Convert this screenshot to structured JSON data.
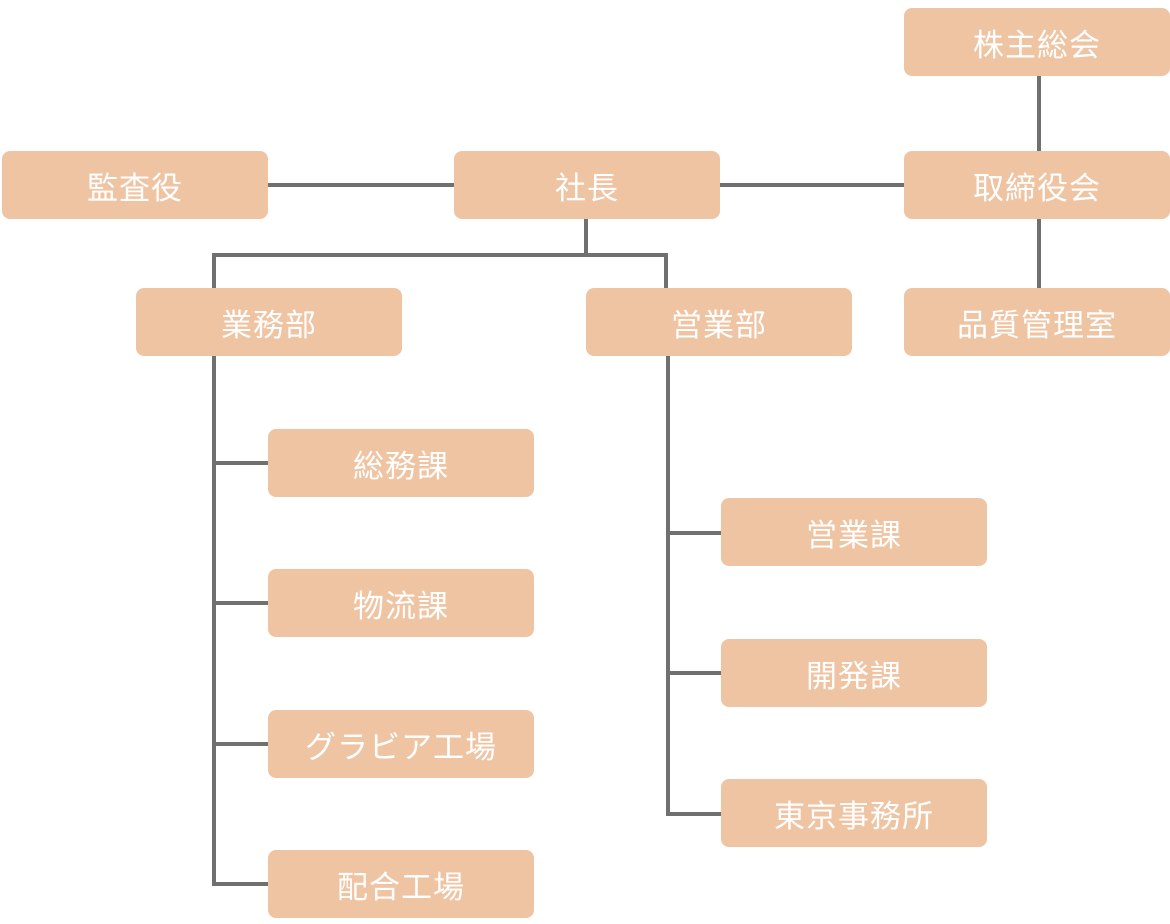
{
  "org_chart": {
    "shareholders_meeting": "株主総会",
    "board_of_directors": "取締役会",
    "quality_control_office": "品質管理室",
    "auditor": "監査役",
    "president": "社長",
    "operations_department": "業務部",
    "sales_department": "営業部",
    "general_affairs_section": "総務課",
    "logistics_section": "物流課",
    "gravure_factory": "グラビア工場",
    "compounding_factory": "配合工場",
    "sales_section": "営業課",
    "development_section": "開発課",
    "tokyo_office": "東京事務所"
  },
  "colors": {
    "box_fill": "#efc4a3",
    "box_text": "#ffffff",
    "connector": "#707070"
  }
}
